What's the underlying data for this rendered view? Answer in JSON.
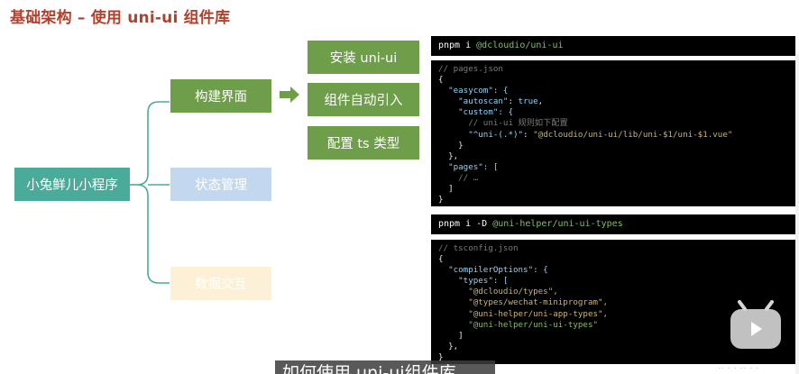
{
  "slide": {
    "title": "基础架构 – 使用 uni-ui 组件库",
    "root_label": "小兔鲜儿小程序",
    "branches": {
      "ui": "构建界面",
      "state": "状态管理",
      "data": "数据交互"
    },
    "steps": {
      "install": "安装 uni-ui",
      "autoimport": "组件自动引入",
      "types": "配置 ts 类型"
    },
    "colors": {
      "title": "#b1412c",
      "root": "#4aab9a",
      "green": "#6f9e4b",
      "muted": "#c3d8ee",
      "faint": "#fcf1d6",
      "brace": "#4aab9a"
    }
  },
  "code": {
    "install_cmd": {
      "prefix": "pnpm i ",
      "pkg": "@dcloudio/uni-ui"
    },
    "pages_json": {
      "l1": "// pages.json",
      "l2": "{",
      "l3": "  \"easycom\": {",
      "l4_key": "    \"autoscan\"",
      "l4_val": "true",
      "l5": "    \"custom\": {",
      "l6": "      // uni-ui 规则如下配置",
      "l7_key": "      \"^uni-(.*)\"",
      "l7_val": "\"@dcloudio/uni-ui/lib/uni-$1/uni-$1.vue\"",
      "l8": "    }",
      "l9": "  },",
      "l10": "  \"pages\": [",
      "l11": "    // …",
      "l12": "  ]",
      "l13": "}"
    },
    "types_cmd": {
      "prefix": "pnpm i -D ",
      "pkg": "@uni-helper/uni-ui-types"
    },
    "tsconfig": {
      "l1": "// tsconfig.json",
      "l2": "{",
      "l3": "  \"compilerOptions\": {",
      "l4": "    \"types\": [",
      "l5": "      \"@dcloudio/types\",",
      "l6": "      \"@types/wechat-miniprogram\",",
      "l7": "      \"@uni-helper/uni-app-types\",",
      "l8": "      \"@uni-helper/uni-ui-types\"",
      "l9": "    ]",
      "l10": "  },",
      "l11": "}"
    }
  },
  "subtitle": "如何使用 uni-ui组件库",
  "icons": {
    "arrow": "right-arrow-icon",
    "logo": "bilibili-tv-icon"
  }
}
